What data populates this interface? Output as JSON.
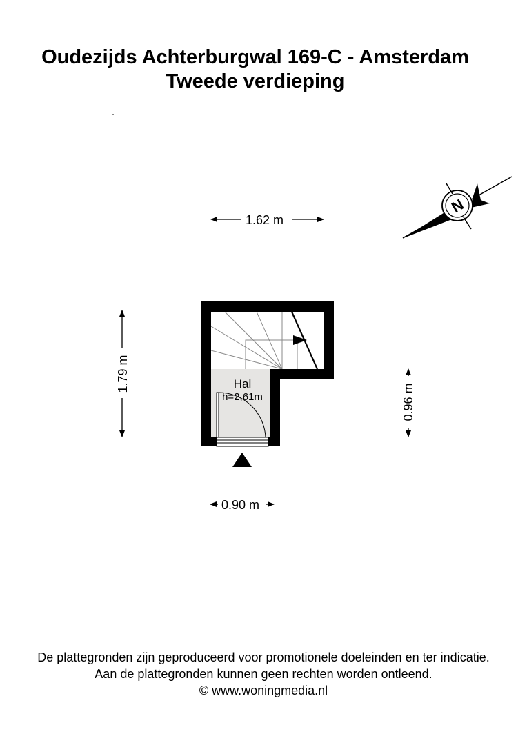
{
  "header": {
    "title": "Oudezijds Achterburgwal 169-C - Amsterdam",
    "subtitle": "Tweede verdieping"
  },
  "dimensions": {
    "top_width": "1.62 m",
    "left_height": "1.79 m",
    "right_height": "0.96 m",
    "bottom_width": "0.90 m"
  },
  "rooms": [
    {
      "name": "Hal",
      "height": "h=2,61m"
    }
  ],
  "compass": {
    "label": "N"
  },
  "colors": {
    "wall": "#000000",
    "room_fill": "#e6e5e3",
    "stair_line": "#8a8a8a",
    "background": "#ffffff"
  },
  "footer": {
    "line1": "De plattegronden zijn geproduceerd voor promotionele doeleinden en ter indicatie.",
    "line2": "Aan de plattegronden kunnen geen rechten worden ontleend.",
    "line3": "© www.woningmedia.nl"
  }
}
